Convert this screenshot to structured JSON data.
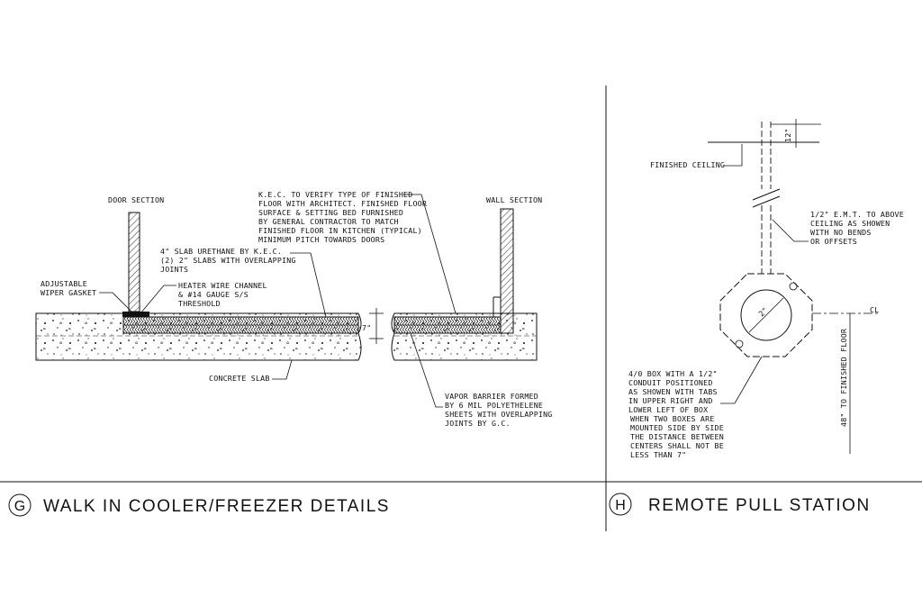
{
  "detail_g": {
    "marker": "G",
    "title": "WALK IN COOLER/FREEZER DETAILS",
    "door_section": "DOOR SECTION",
    "wall_section": "WALL SECTION",
    "kec_verify": [
      "K.E.C. TO VERIFY TYPE OF FINISHED",
      "FLOOR WITH ARCHITECT. FINISHED FLOOR",
      "SURFACE & SETTING BED FURNISHED",
      "BY GENERAL CONTRACTOR TO MATCH",
      "FINISHED FLOOR IN KITCHEN (TYPICAL)",
      "MINIMUM PITCH TOWARDS DOORS"
    ],
    "slab_urethane": [
      "4\" SLAB URETHANE BY K.E.C.",
      "(2) 2\" SLABS WITH OVERLAPPING",
      "JOINTS"
    ],
    "wiper_gasket": [
      "ADJUSTABLE",
      "WIPER GASKET"
    ],
    "heater_wire": [
      "HEATER WIRE CHANNEL",
      "& #14 GAUGE S/S",
      "THRESHOLD"
    ],
    "slab_dim": "7\"",
    "concrete_slab": "CONCRETE SLAB",
    "vapor_barrier": [
      "VAPOR BARRIER FORMED",
      "BY 6 MIL POLYETHELENE",
      "SHEETS WITH OVERLAPPING",
      "JOINTS BY G.C."
    ]
  },
  "detail_h": {
    "marker": "H",
    "title": "REMOTE PULL STATION",
    "finished_ceiling": "FINISHED CEILING",
    "top_dim": "12\"",
    "emt": [
      "1/2\" E.M.T. TO ABOVE",
      "CEILING AS SHOWEN",
      "WITH NO BENDS",
      "OR OFFSETS"
    ],
    "box_diam": "2\"",
    "centerline": "CL",
    "height_dim": "48\" TO FINISHED FLOOR",
    "box_note": [
      "4/0 BOX WITH A 1/2\"",
      "CONDUIT POSITIONED",
      "AS SHOWEN WITH TABS",
      "IN UPPER RIGHT AND",
      "LOWER LEFT OF BOX"
    ],
    "spacing_note": [
      "WHEN TWO BOXES ARE",
      "MOUNTED SIDE BY SIDE",
      "THE DISTANCE BETWEEN",
      "CENTERS SHALL NOT BE",
      "LESS THAN 7\""
    ]
  }
}
